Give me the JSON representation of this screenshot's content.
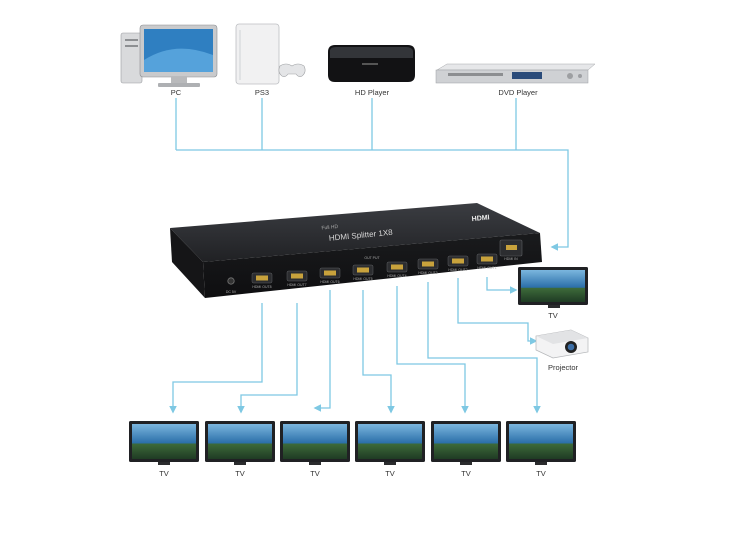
{
  "sources": [
    {
      "label": "PC",
      "icon": "pc-icon"
    },
    {
      "label": "PS3",
      "icon": "ps3-console-icon"
    },
    {
      "label": "HD Player",
      "icon": "hd-player-icon"
    },
    {
      "label": "DVD Player",
      "icon": "dvd-player-icon"
    }
  ],
  "splitter": {
    "brand": "HDMI",
    "model": "HDMI Splitter 1X8",
    "sub": "Full HD",
    "out_label": "OUT PUT",
    "in_label": "HDMI IN",
    "dc_label": "DC 5V",
    "port_labels": [
      "HDMI OUT8",
      "HDMI OUT7",
      "HDMI OUT6",
      "HDMI OUT5",
      "HDMI OUT4",
      "HDMI OUT3",
      "HDMI OUT2",
      "HDMI OUT1"
    ]
  },
  "outputs": {
    "right_tv": "TV",
    "projector": "Projector",
    "bottom_tvs": [
      "TV",
      "TV",
      "TV",
      "TV",
      "TV",
      "TV"
    ]
  },
  "colors": {
    "line": "#7ec8e3",
    "device_dark": "#1e1f21",
    "port_gold": "#c8a23c",
    "screen_blue": "#2a6ea8"
  }
}
